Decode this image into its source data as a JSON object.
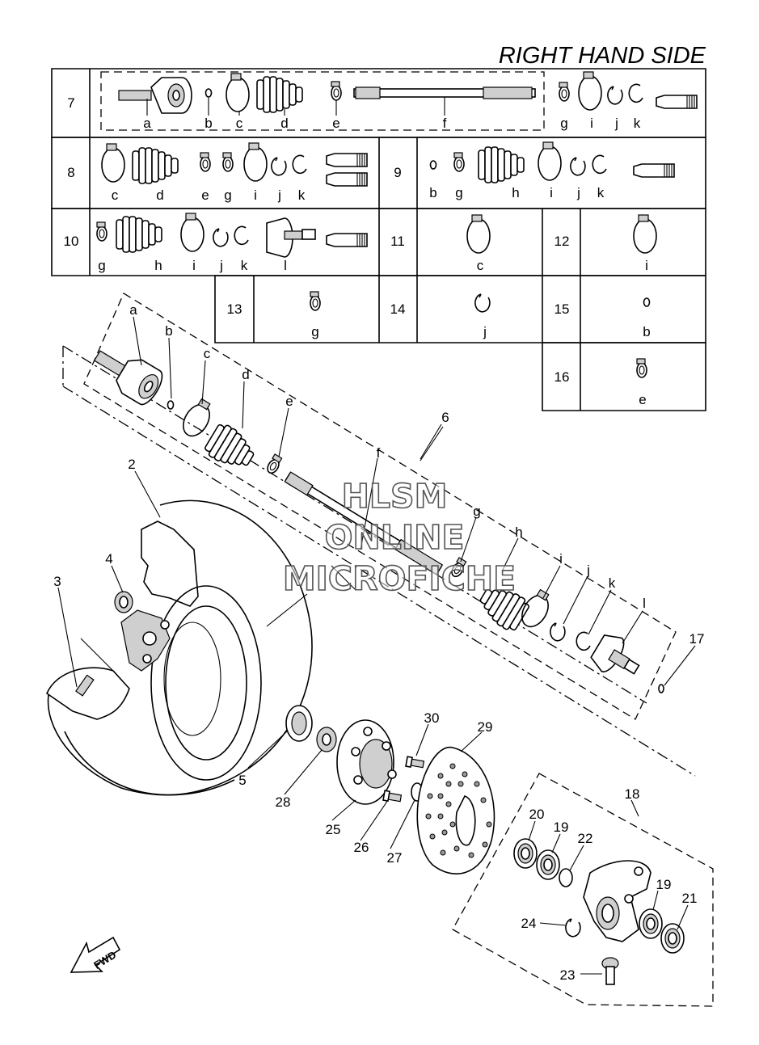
{
  "title": "RIGHT HAND SIDE",
  "watermark": [
    "HLSM",
    "ONLINE",
    "MICROFICHE"
  ],
  "fwd_label": "FWD",
  "table": {
    "row7": {
      "num": "7",
      "letters": [
        "a",
        "b",
        "c",
        "d",
        "e",
        "f",
        "g",
        "i",
        "j",
        "k"
      ]
    },
    "row8": {
      "num": "8",
      "letters": [
        "c",
        "d",
        "e",
        "g",
        "i",
        "j",
        "k"
      ]
    },
    "row9": {
      "num": "9",
      "letters": [
        "b",
        "g",
        "h",
        "i",
        "j",
        "k"
      ]
    },
    "row10": {
      "num": "10",
      "letters": [
        "g",
        "h",
        "i",
        "j",
        "k",
        "l"
      ]
    },
    "cell11": {
      "num": "11",
      "letter": "c"
    },
    "cell12": {
      "num": "12",
      "letter": "i"
    },
    "cell13": {
      "num": "13",
      "letter": "g"
    },
    "cell14": {
      "num": "14",
      "letter": "j"
    },
    "cell15": {
      "num": "15",
      "letter": "b"
    },
    "cell16": {
      "num": "16",
      "letter": "e"
    }
  },
  "callouts": {
    "shaft": [
      "a",
      "b",
      "c",
      "d",
      "e",
      "f",
      "g",
      "h",
      "i",
      "j",
      "k",
      "l"
    ],
    "parts": [
      "2",
      "3",
      "4",
      "5",
      "6",
      "17",
      "18",
      "19",
      "19",
      "20",
      "21",
      "22",
      "23",
      "24",
      "25",
      "26",
      "27",
      "28",
      "29",
      "30"
    ]
  }
}
